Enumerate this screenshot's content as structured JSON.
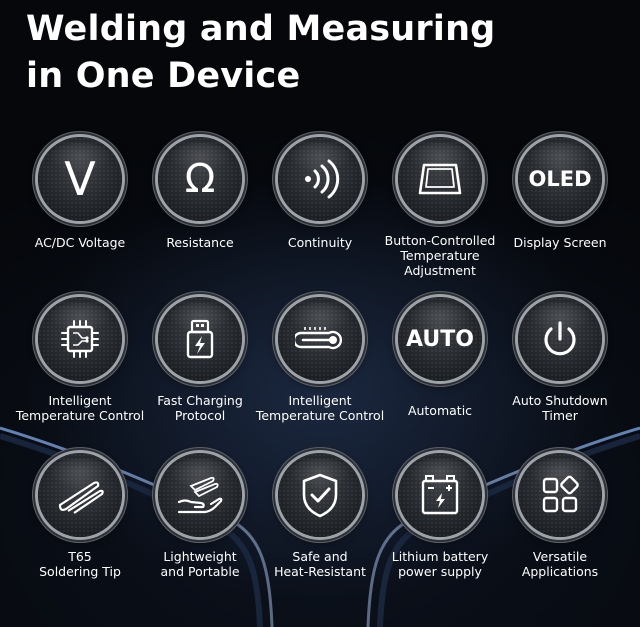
{
  "title": {
    "line1": "Welding and Measuring",
    "line2": "in One Device"
  },
  "features": [
    {
      "icon": "volt-icon",
      "glyph": "V",
      "label": "AC/DC Voltage"
    },
    {
      "icon": "omega-icon",
      "glyph": "Ω",
      "label": "Resistance"
    },
    {
      "icon": "continuity-signal-icon",
      "label": "Continuity"
    },
    {
      "icon": "button-icon",
      "label": "Button-Controlled\nTemperature Adjustment"
    },
    {
      "icon": "oled-icon",
      "glyph": "OLED",
      "label": "Display Screen"
    },
    {
      "icon": "chip-icon",
      "label": "Intelligent\nTemperature Control"
    },
    {
      "icon": "usb-charge-icon",
      "label": "Fast Charging\nProtocol"
    },
    {
      "icon": "thermometer-icon",
      "label": "Intelligent\nTemperature Control"
    },
    {
      "icon": "auto-icon",
      "glyph": "AUTO",
      "label": "Automatic"
    },
    {
      "icon": "power-icon",
      "label": "Auto Shutdown\nTimer"
    },
    {
      "icon": "soldering-tip-icon",
      "label": "T65\nSoldering Tip"
    },
    {
      "icon": "feather-hand-icon",
      "label": "Lightweight\nand Portable"
    },
    {
      "icon": "shield-check-icon",
      "label": "Safe and\nHeat-Resistant"
    },
    {
      "icon": "battery-icon",
      "label": "Lithium battery\npower supply"
    },
    {
      "icon": "apps-grid-icon",
      "label": "Versatile\nApplications"
    }
  ]
}
